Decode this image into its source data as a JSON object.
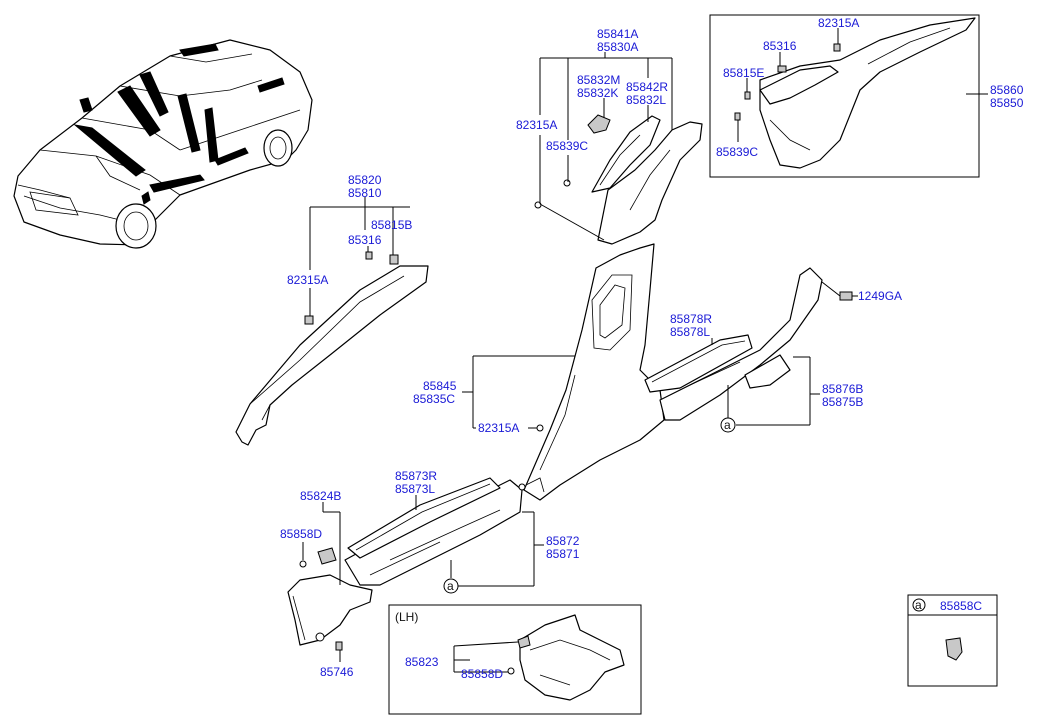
{
  "labels": {
    "p85841A": "85841A",
    "p85830A": "85830A",
    "p85832M": "85832M",
    "p85832K": "85832K",
    "p85842R": "85842R",
    "p85832L": "85832L",
    "p82315A_top": "82315A",
    "p85839C_top": "85839C",
    "p82315A_box": "82315A",
    "p85316_box": "85316",
    "p85815E": "85815E",
    "p85839C_box": "85839C",
    "p85860": "85860",
    "p85850": "85850",
    "p85820": "85820",
    "p85810": "85810",
    "p85815B": "85815B",
    "p85316_a": "85316",
    "p82315A_a": "82315A",
    "p85878R": "85878R",
    "p85878L": "85878L",
    "p1249GA": "1249GA",
    "p85845": "85845",
    "p85835C": "85835C",
    "p82315A_b": "82315A",
    "p85876B": "85876B",
    "p85875B": "85875B",
    "p85873R": "85873R",
    "p85873L": "85873L",
    "p85824B": "85824B",
    "p85858D_a": "85858D",
    "p85872": "85872",
    "p85871": "85871",
    "p85746": "85746",
    "lh_title": "(LH)",
    "p85823": "85823",
    "p85858D_b": "85858D",
    "legend_letter": "a",
    "legend_part": "85858C",
    "ref_a1": "a",
    "ref_a2": "a"
  }
}
